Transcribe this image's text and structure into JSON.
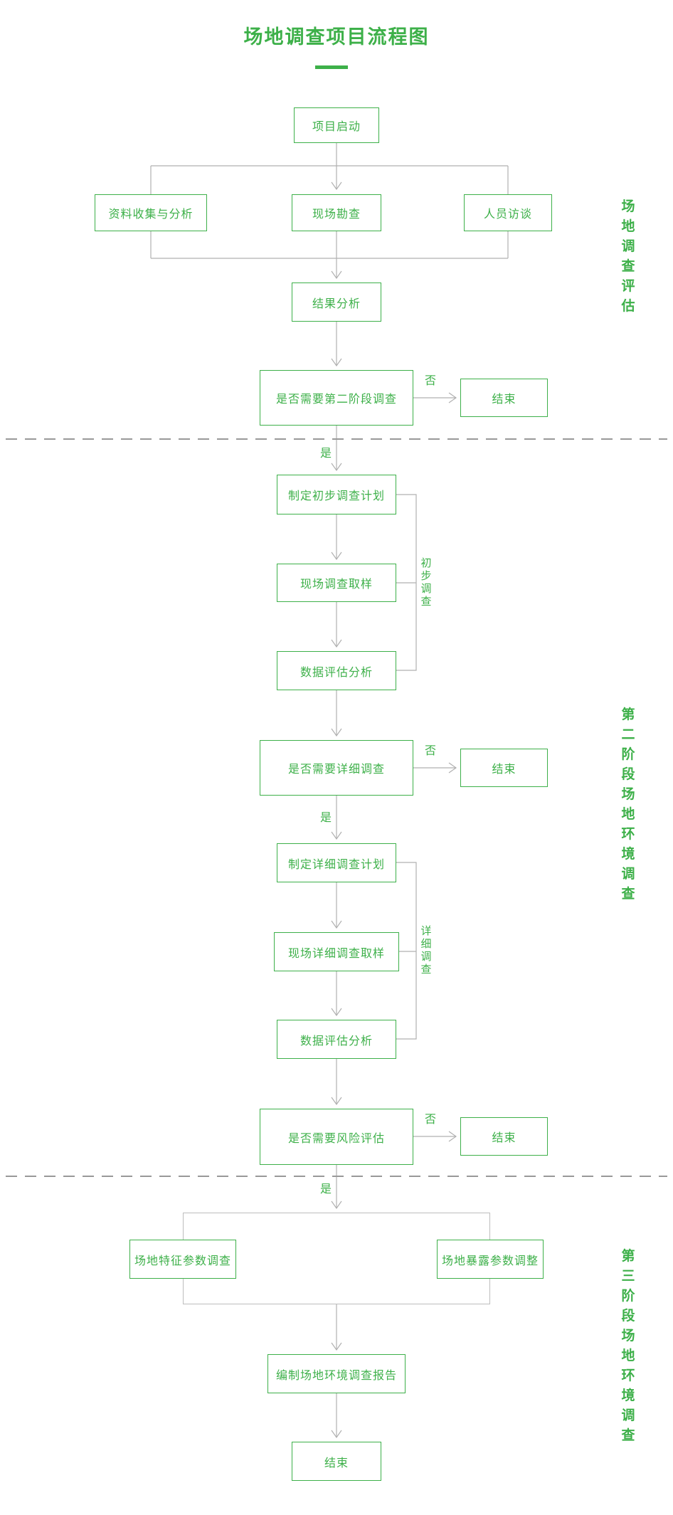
{
  "title": "场地调查项目流程图",
  "colors": {
    "green": "#3db049",
    "line_gray": "#b0b0b0",
    "dash_gray": "#999999",
    "container_gray": "#bdbdbd"
  },
  "phase_labels": {
    "phase1": "场地调查评估",
    "phase2": "第二阶段场地环境调查",
    "phase3": "第三阶段场地环境调查"
  },
  "nodes": {
    "start": "项目启动",
    "collect": "资料收集与分析",
    "survey": "现场勘查",
    "interview": "人员访谈",
    "result": "结果分析",
    "decision_phase2": "是否需要第二阶段调查",
    "end1": "结束",
    "plan_preliminary": "制定初步调查计划",
    "sampling_preliminary": "现场调查取样",
    "data_eval_preliminary": "数据评估分析",
    "decision_detailed": "是否需要详细调查",
    "end2": "结束",
    "plan_detailed": "制定详细调查计划",
    "sampling_detailed": "现场详细调查取样",
    "data_eval_detailed": "数据评估分析",
    "decision_risk": "是否需要风险评估",
    "end3": "结束",
    "param_survey": "场地特征参数调查",
    "param_adjust": "场地暴露参数调整",
    "report": "编制场地环境调查报告",
    "end_final": "结束"
  },
  "edge_labels": {
    "no": "否",
    "yes": "是"
  },
  "bracket_labels": {
    "preliminary": "初步调查",
    "detailed": "详细调查"
  }
}
